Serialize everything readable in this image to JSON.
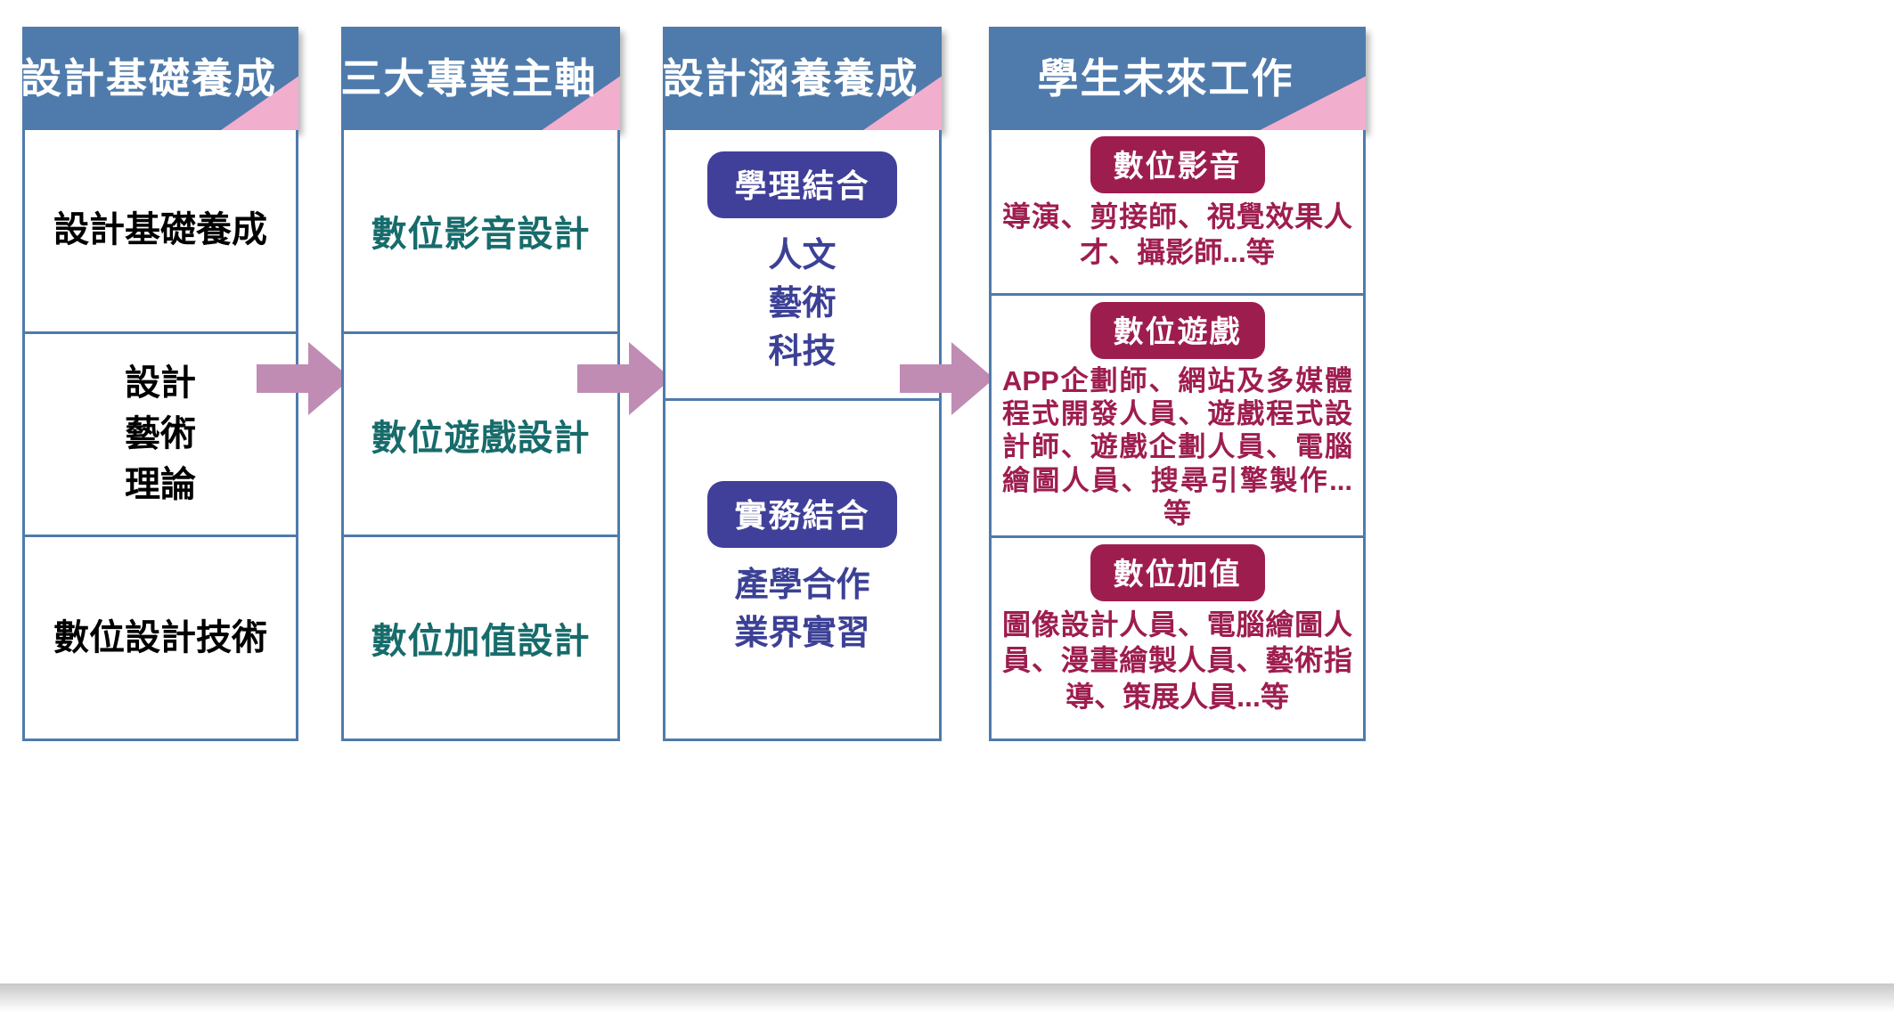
{
  "theme": {
    "header_blue": "#4f7bac",
    "header_pink": "#f2aecd",
    "border_blue": "#4f7bac",
    "teal_text": "#176b6b",
    "indigo_badge": "#40409a",
    "indigo_text": "#3c4196",
    "maroon_badge": "#9e1d4f",
    "maroon_text": "#9e1d4f",
    "arrow_mauve": "#c08cb4",
    "black_text": "#000000"
  },
  "columns": [
    {
      "id": "col1",
      "title": "設計基礎養成",
      "cells": [
        {
          "lines": [
            "設計基礎養成"
          ]
        },
        {
          "lines": [
            "設計",
            "藝術",
            "理論"
          ]
        },
        {
          "lines": [
            "數位設計技術"
          ]
        }
      ]
    },
    {
      "id": "col2",
      "title": "三大專業主軸",
      "cells": [
        {
          "lines": [
            "數位影音設計"
          ]
        },
        {
          "lines": [
            "數位遊戲設計"
          ]
        },
        {
          "lines": [
            "數位加值設計"
          ]
        }
      ]
    },
    {
      "id": "col3",
      "title": "設計涵養養成",
      "cells": [
        {
          "badge": "學理結合",
          "lines": [
            "人文",
            "藝術",
            "科技"
          ]
        },
        {
          "badge": "實務結合",
          "lines": [
            "產學合作",
            "業界實習"
          ]
        }
      ]
    },
    {
      "id": "col4",
      "title": "學生未來工作",
      "cells": [
        {
          "badge": "數位影音",
          "desc": "導演、剪接師、視覺效果人才、攝影師...等"
        },
        {
          "badge": "數位遊戲",
          "desc": "APP企劃師、網站及多媒體程式開發人員、遊戲程式設計師、遊戲企劃人員、電腦繪圖人員、搜尋引擎製作...等"
        },
        {
          "badge": "數位加值",
          "desc": "圖像設計人員、電腦繪圖人員、漫畫繪製人員、藝術指導、策展人員...等"
        }
      ]
    }
  ],
  "arrows": [
    {
      "name": "arrow-col1-to-col2"
    },
    {
      "name": "arrow-col2-to-col3"
    },
    {
      "name": "arrow-col3-to-col4"
    }
  ]
}
